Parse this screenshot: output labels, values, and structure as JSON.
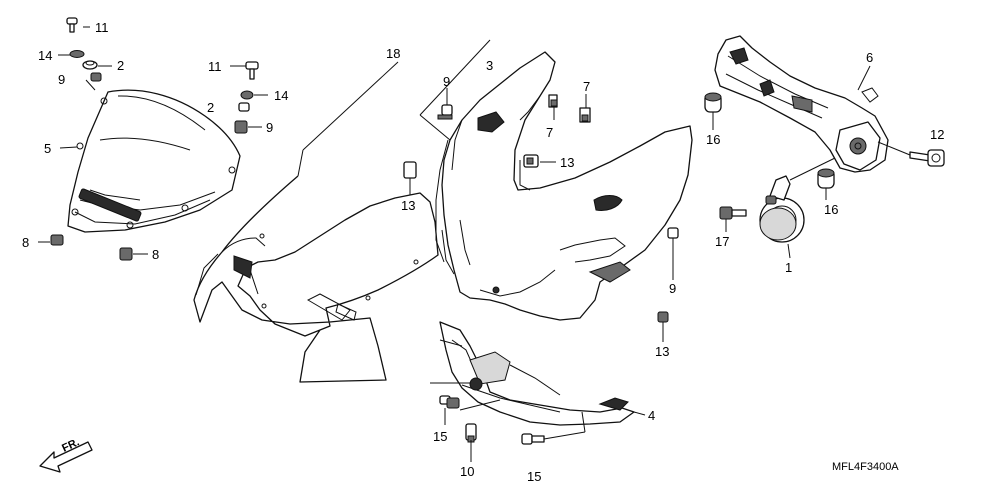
{
  "diagram": {
    "code": "MFL4F3400A",
    "front_marker": "FR.",
    "callouts": [
      {
        "id": "c11a",
        "text": "11"
      },
      {
        "id": "c14a",
        "text": "14"
      },
      {
        "id": "c2a",
        "text": "2"
      },
      {
        "id": "c9a",
        "text": "9"
      },
      {
        "id": "c2b",
        "text": "2"
      },
      {
        "id": "c5",
        "text": "5"
      },
      {
        "id": "c8a",
        "text": "8"
      },
      {
        "id": "c8b",
        "text": "8"
      },
      {
        "id": "c11b",
        "text": "11"
      },
      {
        "id": "c14b",
        "text": "14"
      },
      {
        "id": "c9b",
        "text": "9"
      },
      {
        "id": "c18",
        "text": "18"
      },
      {
        "id": "c9c",
        "text": "9"
      },
      {
        "id": "c3",
        "text": "3"
      },
      {
        "id": "c7a",
        "text": "7"
      },
      {
        "id": "c7b",
        "text": "7"
      },
      {
        "id": "c13a",
        "text": "13"
      },
      {
        "id": "c13b",
        "text": "13"
      },
      {
        "id": "c6",
        "text": "6"
      },
      {
        "id": "c16a",
        "text": "16"
      },
      {
        "id": "c12",
        "text": "12"
      },
      {
        "id": "c16b",
        "text": "16"
      },
      {
        "id": "c17",
        "text": "17"
      },
      {
        "id": "c1",
        "text": "1"
      },
      {
        "id": "c9d",
        "text": "9"
      },
      {
        "id": "c13c",
        "text": "13"
      },
      {
        "id": "c4",
        "text": "4"
      },
      {
        "id": "c15a",
        "text": "15"
      },
      {
        "id": "c10",
        "text": "10"
      },
      {
        "id": "c15b",
        "text": "15"
      }
    ]
  }
}
